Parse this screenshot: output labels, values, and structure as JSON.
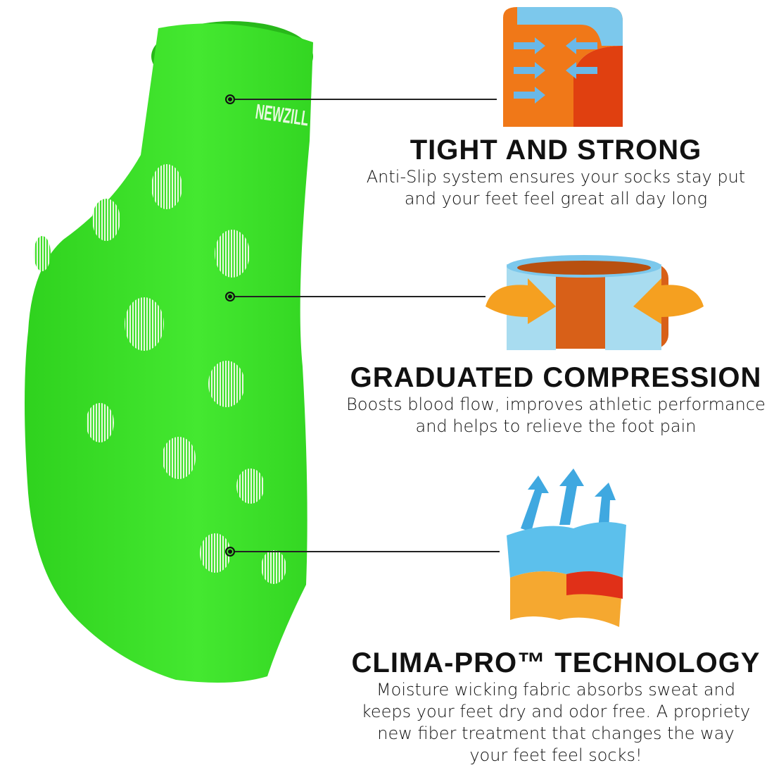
{
  "product": {
    "brand_mark": "NEWZILL",
    "colors": {
      "sock": "#3ee02a",
      "dots": "#e8f8e0"
    }
  },
  "features": [
    {
      "title": "TIGHT AND STRONG",
      "lines": [
        "Anti-Slip system ensures your socks stay put",
        "and your feet feel great all day long"
      ],
      "icon": "fabric-layers-icon"
    },
    {
      "title": "GRADUATED COMPRESSION",
      "lines": [
        "Boosts blood flow, improves athletic performance",
        "and helps to relieve the foot pain"
      ],
      "icon": "compression-ring-icon"
    },
    {
      "title": "CLIMA-PRO™ TECHNOLOGY",
      "lines": [
        "Moisture wicking fabric absorbs sweat and",
        "keeps your feet dry and odor free. A propriety",
        "new fiber treatment that changes the way",
        "your feet feel socks!"
      ],
      "icon": "moisture-wicking-icon"
    }
  ]
}
